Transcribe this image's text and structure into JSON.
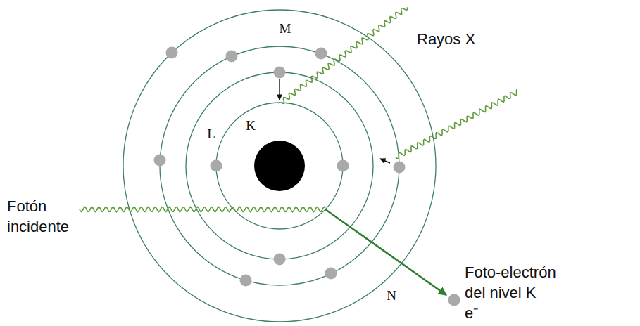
{
  "diagram": {
    "labels": [
      "M",
      "L",
      "K",
      "N",
      "Rayos X",
      "Fotón incidente",
      "Foto-electrón del nivel K",
      "e⁻"
    ]
  }
}
